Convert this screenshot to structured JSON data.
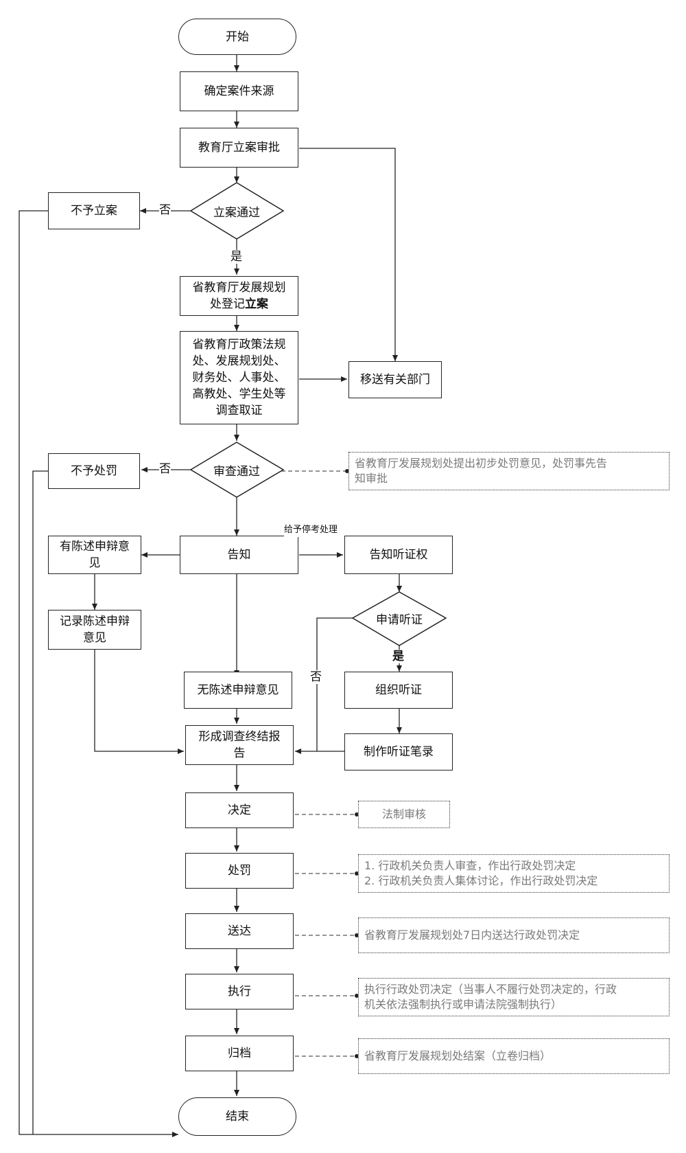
{
  "nodes": {
    "start": "开始",
    "confirm_source": "确定案件来源",
    "approval": "教育厅立案审批",
    "filing_pass": "立案通过",
    "no_filing": "不予立案",
    "register_line1": "省教育厅发展规划",
    "register_line2_a": "处登记",
    "register_line2_b": "立案",
    "investigate": [
      "省教育厅政策法规",
      "处、发展规划处、",
      "财务处、人事处、",
      "高教处、学生处等",
      "调查取证"
    ],
    "transfer": "移送有关部门",
    "review_pass": "审查通过",
    "no_penalty": "不予处罚",
    "notify": "告知",
    "has_statement": [
      "有陈述申辩意",
      "见"
    ],
    "record_statement": [
      "记录陈述申辩",
      "意见"
    ],
    "no_statement": "无陈述申辩意见",
    "notify_hearing": "告知听证权",
    "apply_hearing": "申请听证",
    "organize_hearing": "组织听证",
    "hearing_record": "制作听证笔录",
    "final_report": [
      "形成调查终结报",
      "告"
    ],
    "decide": "决定",
    "punish": "处罚",
    "deliver": "送达",
    "execute": "执行",
    "archive": "归档",
    "end": "结束"
  },
  "labels": {
    "no": "否",
    "yes": "是",
    "no2": "否",
    "no3": "否",
    "yes3": "是",
    "hearing_extra": "给予停考处理"
  },
  "notes": {
    "review_note": [
      "省教育厅发展规划处提出初步处罚意见，处罚事先告",
      "知审批"
    ],
    "legal_review": "法制审核",
    "punish_note": [
      "1. 行政机关负责人审查，作出行政处罚决定",
      "2. 行政机关负责人集体讨论，作出行政处罚决定"
    ],
    "deliver_note": "省教育厅发展规划处7日内送达行政处罚决定",
    "execute_note": [
      "执行行政处罚决定（当事人不履行处罚决定的，行政",
      "机关依法强制执行或申请法院强制执行）"
    ],
    "archive_note": "省教育厅发展规划处结案（立卷归档）"
  },
  "colors": {
    "line": "#222222",
    "note_text": "#7a7a7a"
  }
}
